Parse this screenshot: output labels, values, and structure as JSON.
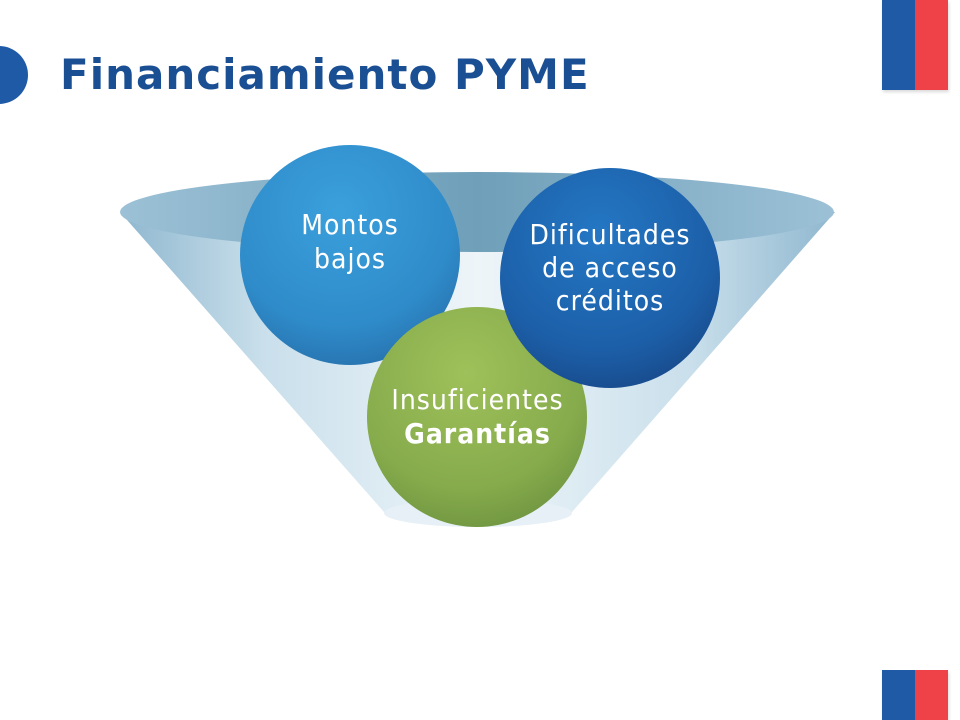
{
  "title": "Financiamiento PYME",
  "icons": {
    "bullet": "play-arrow-icon",
    "flag": "flag-icon"
  },
  "colors": {
    "title": "#1a4f93",
    "flag_blue": "#1f5aa6",
    "flag_red": "#ef4148",
    "circle_montos": "#2f8fcf",
    "circle_dificultades": "#1d5ea8",
    "circle_insuficientes": "#8bb04e",
    "funnel": "#b7d3e3"
  },
  "diagram": {
    "circles": {
      "montos": {
        "line1": "Montos",
        "line2": "bajos"
      },
      "dificultades": {
        "line1": "Dificultades",
        "line2": "de acceso",
        "line3": "créditos"
      },
      "insuficientes": {
        "line1": "Insuficientes",
        "line2": "Garantías"
      }
    }
  }
}
